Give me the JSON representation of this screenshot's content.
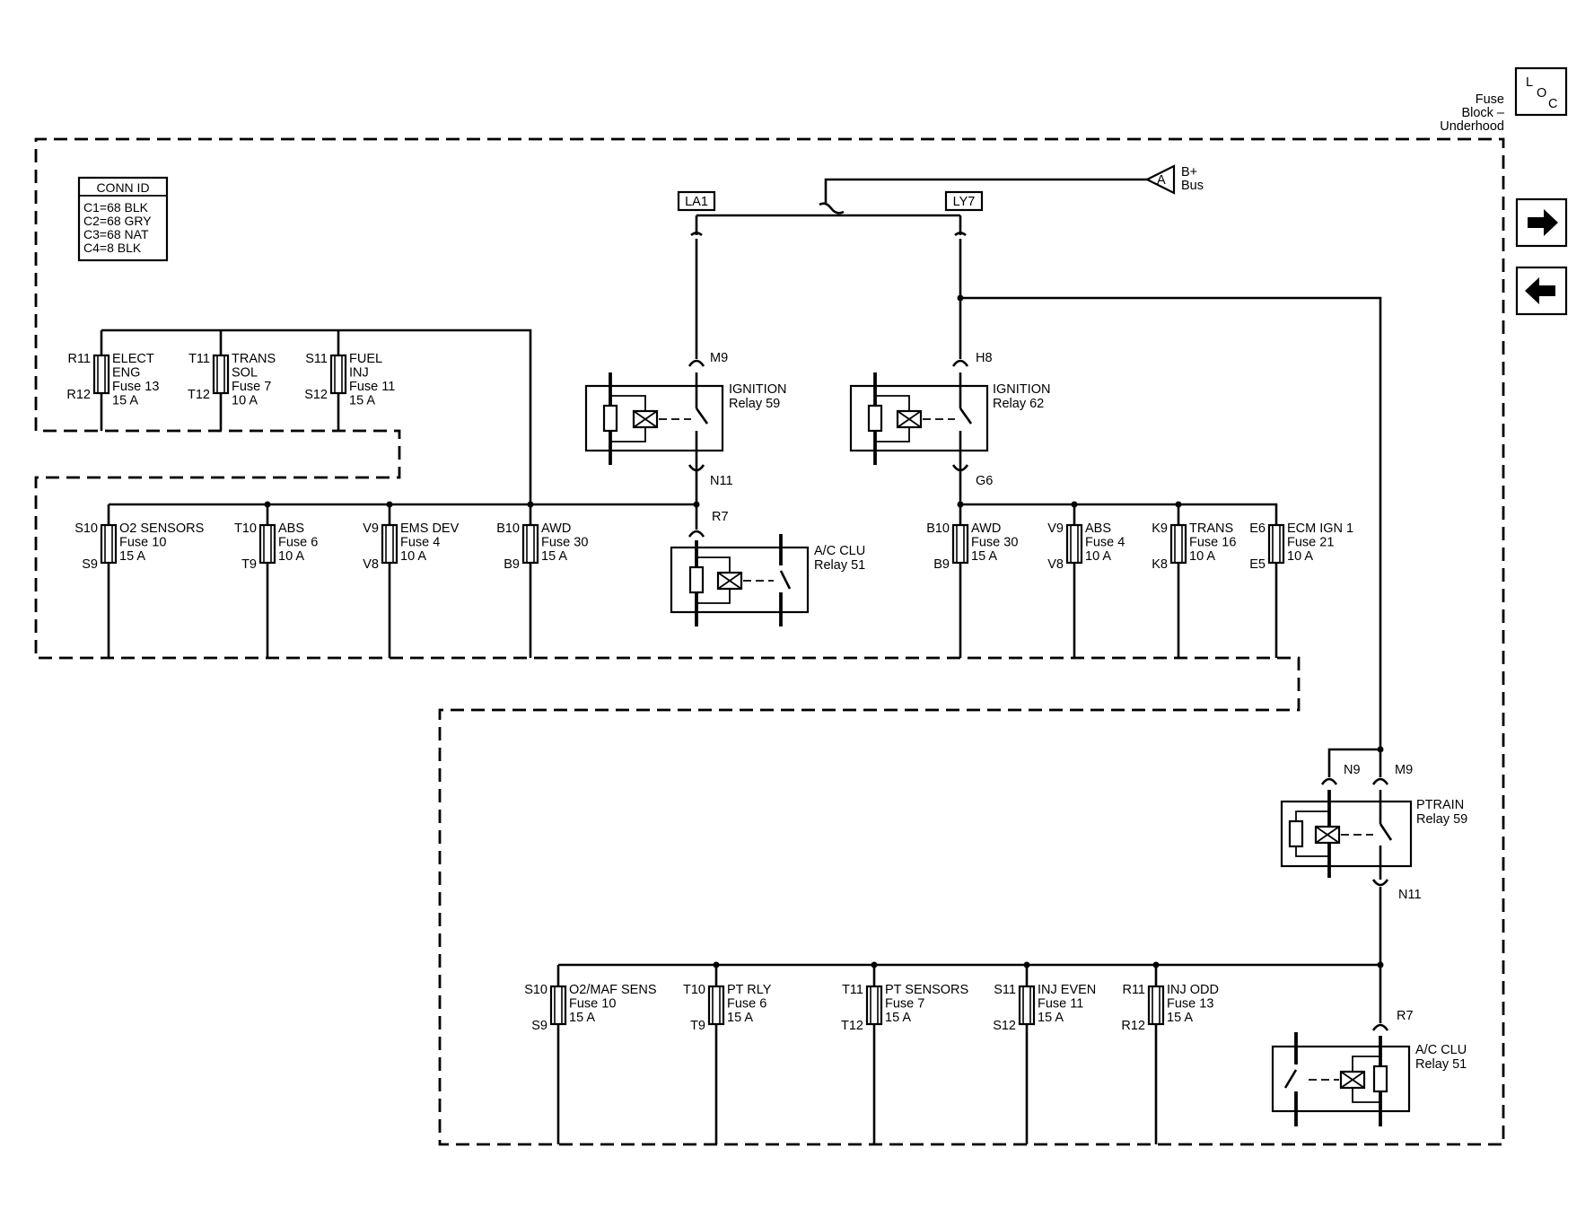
{
  "header": {
    "title_lines": [
      "Fuse",
      "Block –",
      "Underhood"
    ],
    "loc": [
      "L",
      "O",
      "C"
    ]
  },
  "nav": {
    "next_icon": "arrow-right-icon",
    "prev_icon": "arrow-left-icon"
  },
  "conn_id": {
    "title": "CONN  ID",
    "lines": [
      "C1=68 BLK",
      "C2=68 GRY",
      "C3=68 NAT",
      "C4=8 BLK"
    ]
  },
  "power": {
    "ref": "A",
    "label_lines": [
      "B+",
      "Bus"
    ]
  },
  "splice_labels": [
    "LA1",
    "LY7"
  ],
  "fuses": [
    {
      "id": "elect-eng",
      "pin_top": "R11",
      "pin_bottom": "R12",
      "lines": [
        "ELECT",
        "ENG",
        "Fuse 13",
        "15 A"
      ]
    },
    {
      "id": "trans-sol",
      "pin_top": "T11",
      "pin_bottom": "T12",
      "lines": [
        "TRANS",
        "SOL",
        "Fuse 7",
        "10 A"
      ]
    },
    {
      "id": "fuel-inj",
      "pin_top": "S11",
      "pin_bottom": "S12",
      "lines": [
        "FUEL",
        "INJ",
        "Fuse 11",
        "15 A"
      ]
    },
    {
      "id": "o2-sensors",
      "pin_top": "S10",
      "pin_bottom": "S9",
      "lines": [
        "O2 SENSORS",
        "Fuse 10",
        "15 A"
      ]
    },
    {
      "id": "abs-6",
      "pin_top": "T10",
      "pin_bottom": "T9",
      "lines": [
        "ABS",
        "Fuse 6",
        "10 A"
      ]
    },
    {
      "id": "ems-dev",
      "pin_top": "V9",
      "pin_bottom": "V8",
      "lines": [
        "EMS DEV",
        "Fuse 4",
        "10 A"
      ]
    },
    {
      "id": "awd-left",
      "pin_top": "B10",
      "pin_bottom": "B9",
      "lines": [
        "AWD",
        "Fuse 30",
        "15 A"
      ]
    },
    {
      "id": "awd-right",
      "pin_top": "B10",
      "pin_bottom": "B9",
      "lines": [
        "AWD",
        "Fuse 30",
        "15 A"
      ]
    },
    {
      "id": "abs-4",
      "pin_top": "V9",
      "pin_bottom": "V8",
      "lines": [
        "ABS",
        "Fuse 4",
        "10 A"
      ]
    },
    {
      "id": "trans-16",
      "pin_top": "K9",
      "pin_bottom": "K8",
      "lines": [
        "TRANS",
        "Fuse 16",
        "10 A"
      ]
    },
    {
      "id": "ecm-ign",
      "pin_top": "E6",
      "pin_bottom": "E5",
      "lines": [
        "ECM IGN 1",
        "Fuse 21",
        "10 A"
      ]
    },
    {
      "id": "o2-maf",
      "pin_top": "S10",
      "pin_bottom": "S9",
      "lines": [
        "O2/MAF SENS",
        "Fuse 10",
        "15 A"
      ]
    },
    {
      "id": "pt-rly",
      "pin_top": "T10",
      "pin_bottom": "T9",
      "lines": [
        "PT RLY",
        "Fuse 6",
        "15 A"
      ]
    },
    {
      "id": "pt-sensors",
      "pin_top": "T11",
      "pin_bottom": "T12",
      "lines": [
        "PT SENSORS",
        "Fuse 7",
        "15 A"
      ]
    },
    {
      "id": "inj-even",
      "pin_top": "S11",
      "pin_bottom": "S12",
      "lines": [
        "INJ EVEN",
        "Fuse 11",
        "15 A"
      ]
    },
    {
      "id": "inj-odd",
      "pin_top": "R11",
      "pin_bottom": "R12",
      "lines": [
        "INJ ODD",
        "Fuse 13",
        "15 A"
      ]
    }
  ],
  "relays": [
    {
      "id": "ignition-59",
      "pin_in": "M9",
      "pin_out": "N11",
      "lines": [
        "IGNITION",
        "Relay 59"
      ]
    },
    {
      "id": "ignition-62",
      "pin_in": "H8",
      "pin_out": "G6",
      "lines": [
        "IGNITION",
        "Relay 62"
      ]
    },
    {
      "id": "ac-clu-upper",
      "pin_in": "R7",
      "lines": [
        "A/C CLU",
        "Relay 51"
      ]
    },
    {
      "id": "ptrain-59",
      "pin_in_a": "N9",
      "pin_in_b": "M9",
      "pin_out": "N11",
      "lines": [
        "PTRAIN",
        "Relay 59"
      ]
    },
    {
      "id": "ac-clu-lower",
      "pin_in": "R7",
      "lines": [
        "A/C CLU",
        "Relay 51"
      ]
    }
  ]
}
